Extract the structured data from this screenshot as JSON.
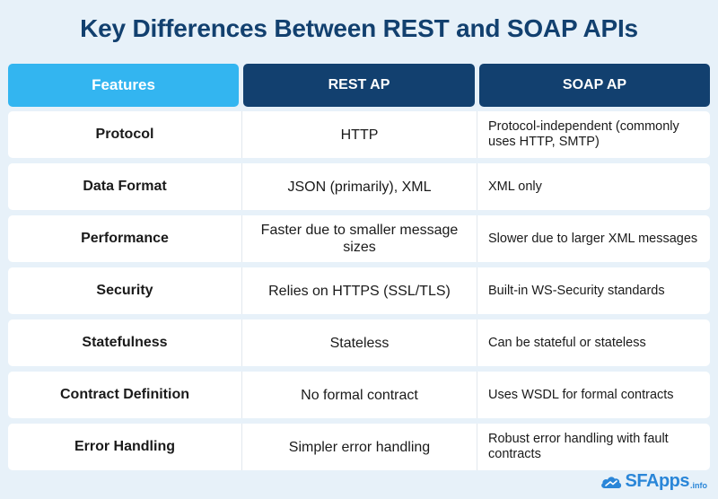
{
  "title": "Key Differences Between REST and SOAP APIs",
  "headers": {
    "features": "Features",
    "rest": "REST AP",
    "soap": "SOAP AP"
  },
  "rows": [
    {
      "feature": "Protocol",
      "rest": "HTTP",
      "soap": "Protocol-independent (commonly uses HTTP, SMTP)"
    },
    {
      "feature": "Data Format",
      "rest": "JSON (primarily), XML",
      "soap": "XML only"
    },
    {
      "feature": "Performance",
      "rest": "Faster due to smaller message sizes",
      "soap": "Slower due to larger XML messages"
    },
    {
      "feature": "Security",
      "rest": "Relies on HTTPS (SSL/TLS)",
      "soap": "Built-in WS-Security standards"
    },
    {
      "feature": "Statefulness",
      "rest": "Stateless",
      "soap": "Can be stateful or stateless"
    },
    {
      "feature": "Contract Definition",
      "rest": "No formal contract",
      "soap": "Uses WSDL for formal contracts"
    },
    {
      "feature": "Error Handling",
      "rest": "Simpler error handling",
      "soap": "Robust error handling with fault contracts"
    }
  ],
  "logo": {
    "text": "SFApps",
    "suffix": ".info",
    "icon": "cloud-icon",
    "color": "#2a86d8"
  },
  "colors": {
    "title": "#12406f",
    "features_header": "#33b5f0",
    "column_header": "#12406f",
    "background": "#e7f1f9"
  }
}
